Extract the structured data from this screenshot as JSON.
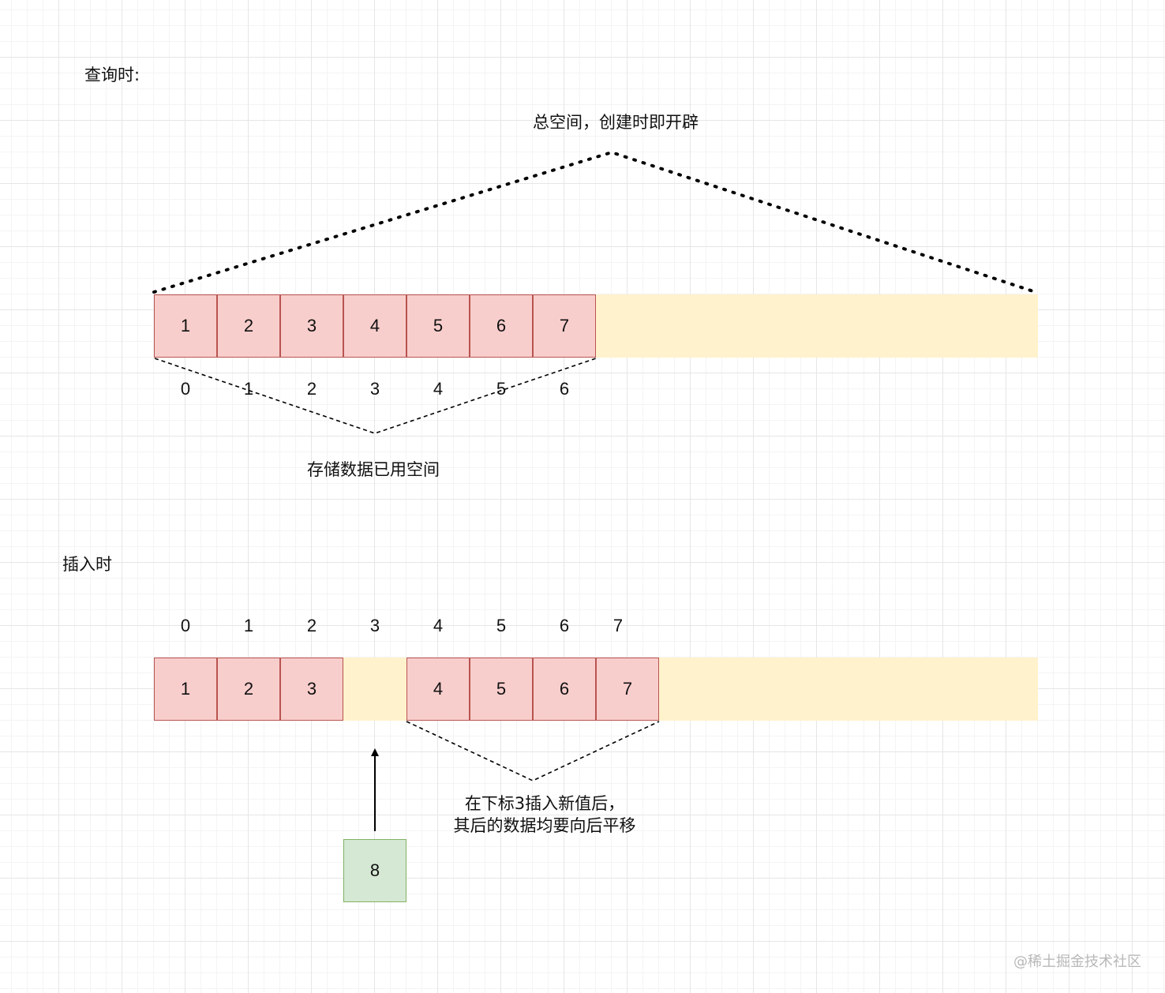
{
  "query_section": {
    "title": "查询时:",
    "total_space_label": "总空间，创建时即开辟",
    "cells": [
      "1",
      "2",
      "3",
      "4",
      "5",
      "6",
      "7"
    ],
    "indices": [
      "0",
      "1",
      "2",
      "3",
      "4",
      "5",
      "6"
    ],
    "used_space_label": "存储数据已用空间"
  },
  "insert_section": {
    "title": "插入时",
    "indices": [
      "0",
      "1",
      "2",
      "3",
      "4",
      "5",
      "6",
      "7"
    ],
    "cells_before": [
      "1",
      "2",
      "3"
    ],
    "cells_after": [
      "4",
      "5",
      "6",
      "7"
    ],
    "new_value": "8",
    "note_line1": "在下标3插入新值后，",
    "note_line2": "其后的数据均要向后平移"
  },
  "watermark": "@稀土掘金技术社区",
  "colors": {
    "cell_fill": "#f8cecc",
    "cell_border": "#b85450",
    "free_space": "#fff2cc",
    "new_cell_fill": "#d5e8d4",
    "new_cell_border": "#82b366"
  }
}
